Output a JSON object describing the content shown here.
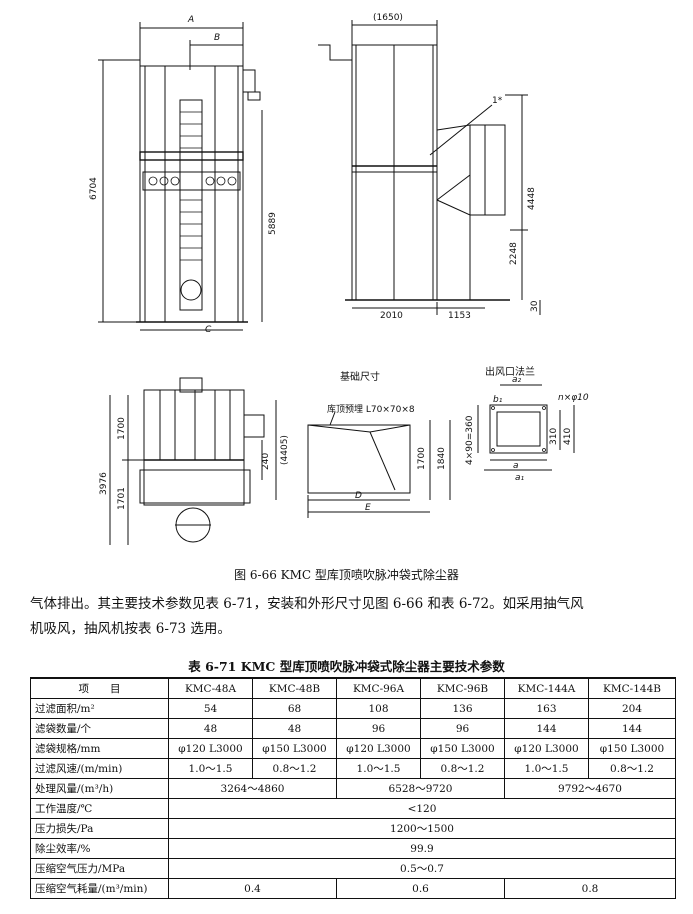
{
  "figure": {
    "dims": {
      "a_label": "A",
      "b_label": "B",
      "c_label": "C",
      "d_label": "D",
      "e_label": "E",
      "h6704": "6704",
      "h5889": "5889",
      "w1650": "(1650)",
      "mark1": "1*",
      "h4448": "4448",
      "h2248": "2248",
      "h30": "30",
      "w2010": "2010",
      "w1153": "1153",
      "h1700a": "1700",
      "h3976": "3976",
      "h1701": "1701",
      "h4405": "(4405)",
      "h240": "240",
      "base_title": "基础尺寸",
      "embed_note": "库顶预埋 L70×70×8",
      "h1700b": "1700",
      "h1840": "1840",
      "flange_title": "出风口法兰",
      "a2": "a₂",
      "b1": "b₁",
      "holes": "n×φ10",
      "v4x90": "4×90=360",
      "h310": "310",
      "h410": "410",
      "a": "a",
      "a1": "a₁"
    },
    "caption": "图 6-66   KMC 型库顶喷吹脉冲袋式除尘器"
  },
  "paragraph": {
    "line1": "气体排出。其主要技术参数见表 6-71，安装和外形尺寸见图 6-66 和表 6-72。如采用抽气风",
    "line2": "机吸风，抽风机按表 6-73 选用。"
  },
  "table": {
    "title": "表 6-71   KMC 型库顶喷吹脉冲袋式除尘器主要技术参数",
    "header": [
      "项　　目",
      "KMC-48A",
      "KMC-48B",
      "KMC-96A",
      "KMC-96B",
      "KMC-144A",
      "KMC-144B"
    ],
    "rows_full": [
      [
        "过滤面积/m²",
        "54",
        "68",
        "108",
        "136",
        "163",
        "204"
      ],
      [
        "滤袋数量/个",
        "48",
        "48",
        "96",
        "96",
        "144",
        "144"
      ],
      [
        "滤袋规格/mm",
        "φ120  L3000",
        "φ150  L3000",
        "φ120  L3000",
        "φ150  L3000",
        "φ120  L3000",
        "φ150  L3000"
      ],
      [
        "过滤风速/(m/min)",
        "1.0～1.5",
        "0.8～1.2",
        "1.0～1.5",
        "0.8～1.2",
        "1.0～1.5",
        "0.8～1.2"
      ]
    ],
    "row_airflow": {
      "label": "处理风量/(m³/h)",
      "v1": "3264～4860",
      "v2": "6528～9720",
      "v3": "9792～4670"
    },
    "row_temp": {
      "label": "工作温度/℃",
      "value": "<120"
    },
    "row_loss": {
      "label": "压力损失/Pa",
      "value": "1200～1500"
    },
    "row_eff": {
      "label": "除尘效率/%",
      "value": "99.9"
    },
    "row_press": {
      "label": "压缩空气压力/MPa",
      "value": "0.5～0.7"
    },
    "row_cons": {
      "label": "压缩空气耗量/(m³/min)",
      "v1": "0.4",
      "v2": "0.6",
      "v3": "0.8"
    }
  }
}
